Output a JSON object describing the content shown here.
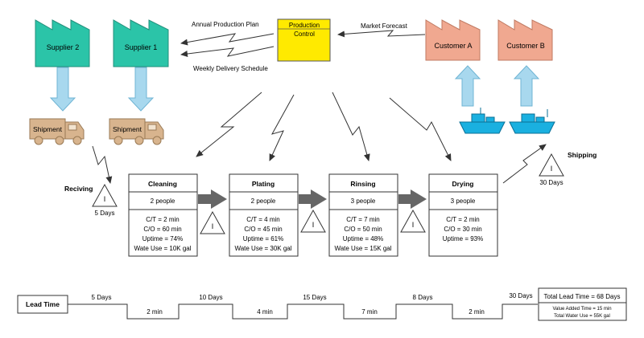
{
  "flows": {
    "annual_plan": "Annual Production Plan",
    "weekly_schedule": "Weekly Delivery Schedule",
    "market_forecast": "Market Forecast"
  },
  "production_control": {
    "line1": "Production",
    "line2": "Control"
  },
  "suppliers": [
    {
      "label": "Supplier 2"
    },
    {
      "label": "Supplier 1"
    }
  ],
  "customers": [
    {
      "label": "Customer A"
    },
    {
      "label": "Customer B"
    }
  ],
  "shipments": [
    {
      "label": "Shipment"
    },
    {
      "label": "Shipment"
    }
  ],
  "receiving": {
    "label": "Reciving",
    "inventory": "5 Days"
  },
  "shipping": {
    "label": "Shipping",
    "inventory": "30 Days"
  },
  "processes": [
    {
      "name": "Cleaning",
      "people": "2 people",
      "metrics": [
        "C/T = 2 min",
        "C/O = 60 min",
        "Uptime = 74%",
        "Wate Use = 10K gal"
      ]
    },
    {
      "name": "Plating",
      "people": "2 people",
      "metrics": [
        "C/T = 4 min",
        "C/O = 45 min",
        "Uptime = 61%",
        "Wate Use = 30K gal"
      ]
    },
    {
      "name": "Rinsing",
      "people": "3 people",
      "metrics": [
        "C/T = 7 min",
        "C/O = 50 min",
        "Uptime = 48%",
        "Wate Use = 15K gal"
      ]
    },
    {
      "name": "Drying",
      "people": "3 people",
      "metrics": [
        "C/T = 2 min",
        "C/O = 30 min",
        "Uptime = 93%"
      ]
    }
  ],
  "timeline": {
    "label": "Lead Time",
    "waits": [
      "5 Days",
      "10 Days",
      "15 Days",
      "8 Days",
      "30 Days"
    ],
    "processing": [
      "2 min",
      "4 min",
      "7 min",
      "2 min"
    ],
    "total_lead": "Total Lead Time = 68 Days",
    "value_added": "Value Added Time = 15 min",
    "total_water": "Total Water Use = 55K gal"
  },
  "colors": {
    "supplier": "#2bc4a8",
    "customer": "#f0a890",
    "control": "#ffea00",
    "truck": "#d8b48e",
    "ship": "#1ab0e0",
    "arrow_fill": "#a8d8ee"
  }
}
